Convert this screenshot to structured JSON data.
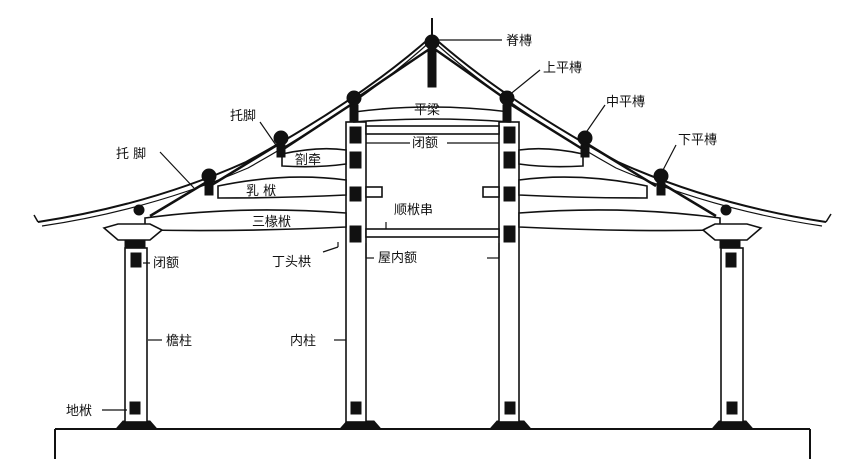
{
  "labels": {
    "ji_tuan": "脊槫",
    "shang_ping_tuan": "上平槫",
    "zhong_ping_tuan": "中平槫",
    "xia_ping_tuan": "下平槫",
    "ping_liang": "平梁",
    "tuo_jiao_upper": "托脚",
    "tuo_jiao_lower": "托 脚",
    "zha_qian": "劄牵",
    "ru_fu": "乳 栿",
    "san_chuan_fu": "三椽栿",
    "lan_e_upper": "闭额",
    "lan_e_left": "闭额",
    "shun_fu_chuan": "顺栿串",
    "ding_tou_gong": "丁头栱",
    "wu_nei_e": "屋内额",
    "yan_zhu": "檐柱",
    "nei_zhu": "内柱",
    "di_fu": "地栿"
  }
}
